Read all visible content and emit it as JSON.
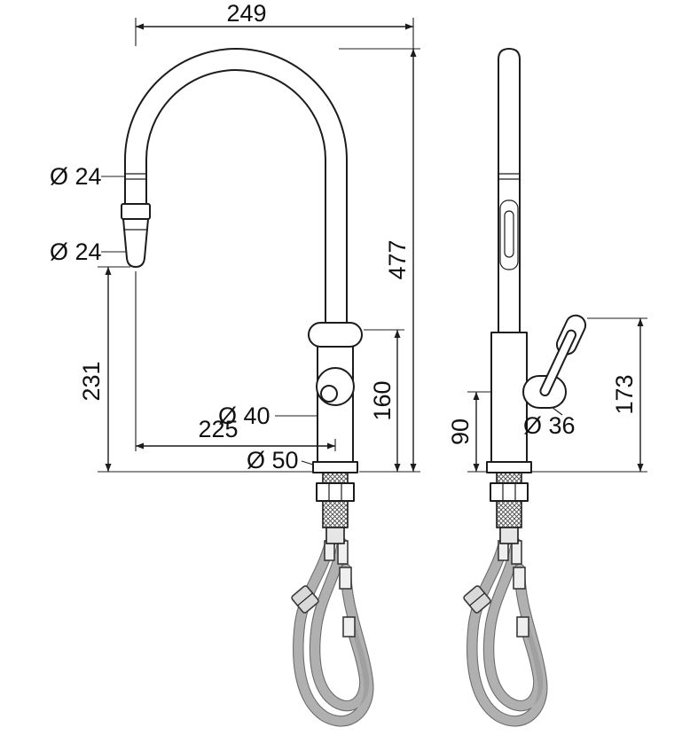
{
  "drawing": {
    "type": "faucet-technical-drawing",
    "line_color": "#1c1c1c",
    "background": "#ffffff"
  },
  "dims": {
    "spout_width": "249",
    "spout_tube_diameter": "Ø 24",
    "spray_head_diameter": "Ø 24",
    "overall_height": "477",
    "spout_clearance": "231",
    "spout_reach": "225",
    "body_diameter": "Ø 40",
    "base_diameter": "Ø 50",
    "deck_to_spout_joint": "160",
    "deck_to_valve": "90",
    "valve_diameter": "Ø 36",
    "deck_to_handle_top": "173"
  }
}
